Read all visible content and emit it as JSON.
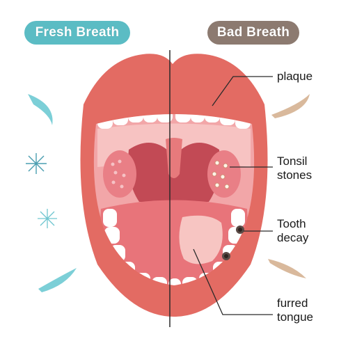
{
  "header": {
    "fresh_label": "Fresh Breath",
    "bad_label": "Bad Breath"
  },
  "callouts": {
    "plaque": "plaque",
    "tonsil_stones": "Tonsil\nstones",
    "tooth_decay": "Tooth\ndecay",
    "furred_tongue": "furred\ntongue"
  },
  "colors": {
    "fresh_accent": "#5bbcc4",
    "bad_accent": "#8c7a70",
    "lips": "#e36b63",
    "throat": "#c24a55",
    "tongue": "#e8747a",
    "teeth": "#ffffff"
  },
  "icons": [
    "sparkle-icon",
    "wave-swoosh-icon"
  ]
}
